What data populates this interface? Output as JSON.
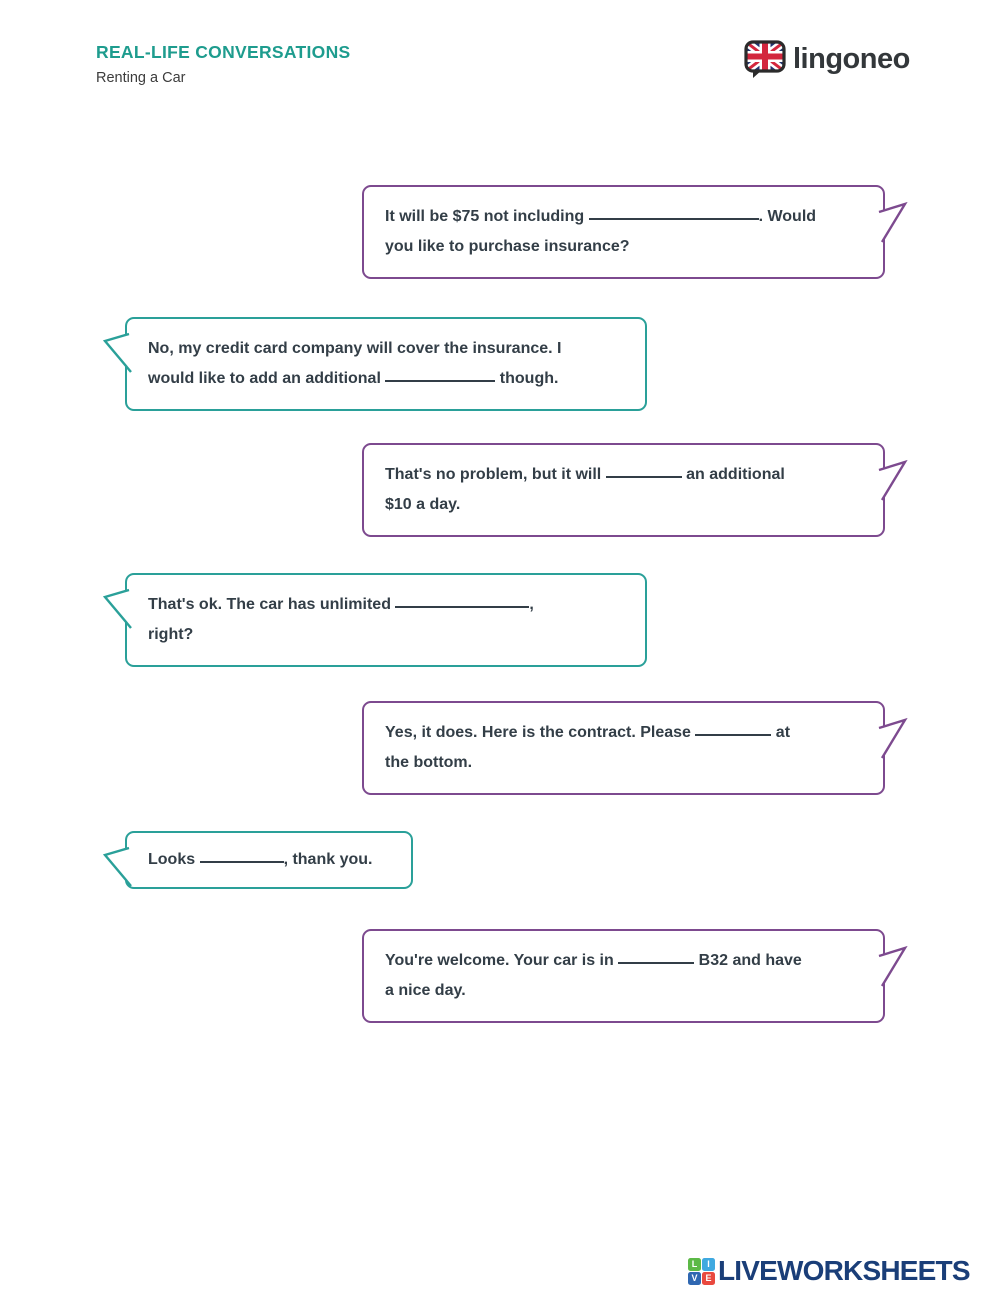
{
  "header": {
    "title": "REAL-LIFE CONVERSATIONS",
    "subtitle": "Renting a Car",
    "brand": "lingoneo"
  },
  "colors": {
    "teal": "#2aa099",
    "purple": "#7d4a8f",
    "text": "#333e47",
    "header_teal": "#1e9c8e",
    "footer_blue": "#1a3e78"
  },
  "conversation": [
    {
      "side": "right",
      "lines": [
        [
          {
            "t": "It will be $75 not including "
          },
          {
            "b": 170
          },
          {
            "t": ". Would"
          }
        ],
        [
          {
            "t": "you like to purchase insurance?"
          }
        ]
      ]
    },
    {
      "side": "left",
      "lines": [
        [
          {
            "t": "No, my credit card company will cover the insurance. I"
          }
        ],
        [
          {
            "t": "would like to add an additional "
          },
          {
            "b": 110
          },
          {
            "t": " though."
          }
        ]
      ]
    },
    {
      "side": "right",
      "lines": [
        [
          {
            "t": "That's no problem, but it will "
          },
          {
            "b": 76
          },
          {
            "t": " an additional"
          }
        ],
        [
          {
            "t": "$10 a day."
          }
        ]
      ]
    },
    {
      "side": "left",
      "lines": [
        [
          {
            "t": "That's ok. The car has unlimited "
          },
          {
            "b": 134
          },
          {
            "t": ","
          }
        ],
        [
          {
            "t": "right?"
          }
        ]
      ]
    },
    {
      "side": "right",
      "lines": [
        [
          {
            "t": "Yes, it does. Here is the contract. Please "
          },
          {
            "b": 76
          },
          {
            "t": " at"
          }
        ],
        [
          {
            "t": "the bottom."
          }
        ]
      ]
    },
    {
      "side": "left",
      "lines": [
        [
          {
            "t": "Looks "
          },
          {
            "b": 84
          },
          {
            "t": ", thank you."
          }
        ]
      ]
    },
    {
      "side": "right",
      "lines": [
        [
          {
            "t": "You're welcome. Your car is in "
          },
          {
            "b": 76
          },
          {
            "t": " B32 and have"
          }
        ],
        [
          {
            "t": "a nice day."
          }
        ]
      ]
    }
  ],
  "footer": {
    "brand": "LIVEWORKSHEETS",
    "icon_letters": {
      "l": "L",
      "i": "I",
      "v": "V",
      "e": "E"
    }
  }
}
